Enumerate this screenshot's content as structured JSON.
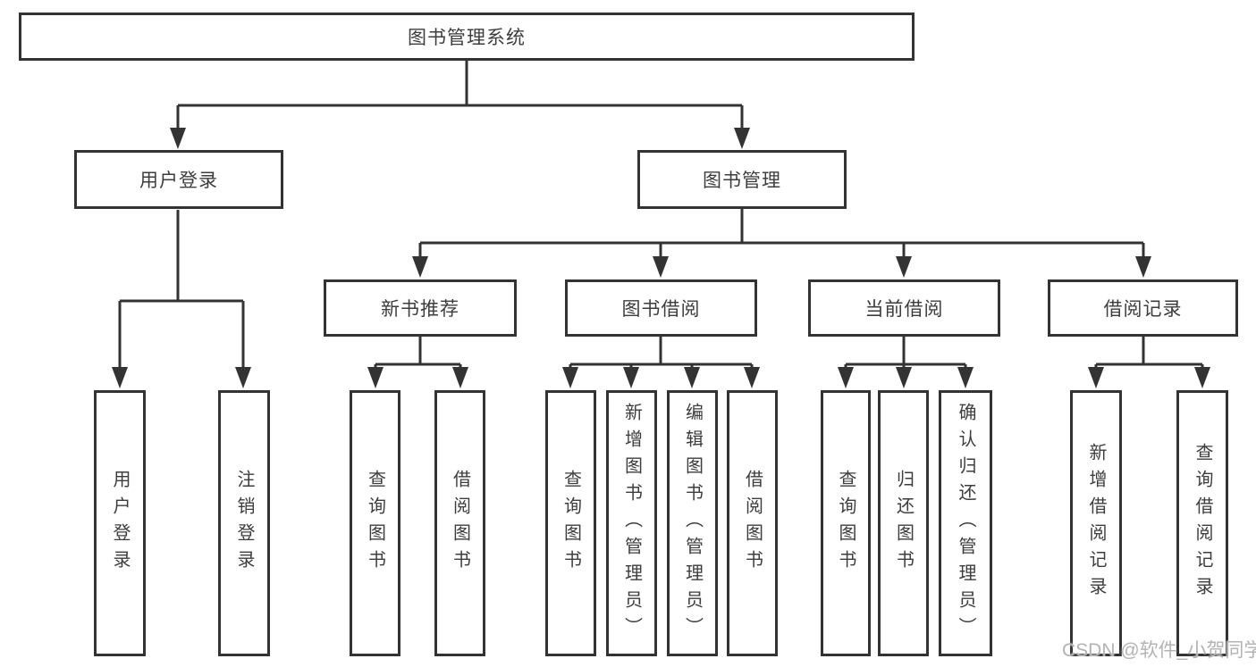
{
  "title": "图书管理系统",
  "tree": {
    "root": "图书管理系统",
    "branches": [
      {
        "label": "用户登录",
        "children": [
          "用户登录",
          "注销登录"
        ]
      },
      {
        "label": "图书管理",
        "children": [
          {
            "label": "新书推荐",
            "children": [
              "查询图书",
              "借阅图书"
            ]
          },
          {
            "label": "图书借阅",
            "children": [
              "查询图书",
              "新增图书（管理员）",
              "编辑图书（管理员）",
              "借阅图书"
            ]
          },
          {
            "label": "当前借阅",
            "children": [
              "查询图书",
              "归还图书",
              "确认归还（管理员）"
            ]
          },
          {
            "label": "借阅记录",
            "children": [
              "新增借阅记录",
              "查询借阅记录"
            ]
          }
        ]
      }
    ]
  },
  "watermark": "CSDN @软件_小贺同学",
  "colors": {
    "line": "#333333",
    "text": "#3d3d3d",
    "background": "#ffffff",
    "watermark": "#b3b3b3"
  }
}
